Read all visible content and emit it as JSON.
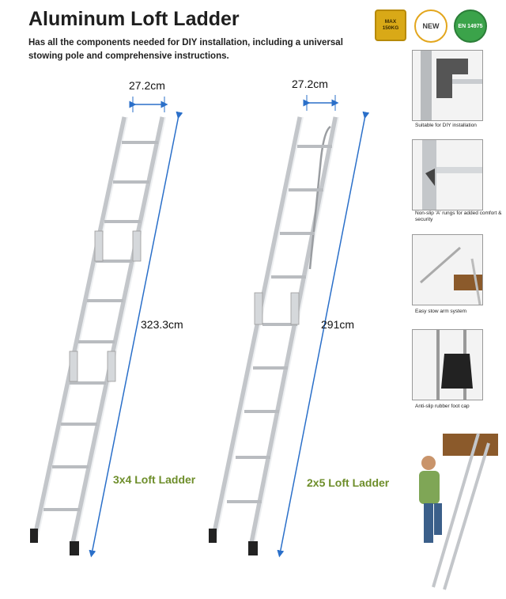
{
  "header": {
    "title": "Aluminum Loft Ladder",
    "subtitle": "Has all the components needed for DIY installation, including a universal stowing pole and comprehensive instructions."
  },
  "badges": {
    "max_load": "MAX 150KG",
    "new": "NEW",
    "standard": "EN 14975"
  },
  "ladders": [
    {
      "width": "27.2cm",
      "height": "323.3cm",
      "label": "3x4 Loft Ladder"
    },
    {
      "width": "27.2cm",
      "height": "291cm",
      "label": "2x5 Loft Ladder"
    }
  ],
  "features": [
    {
      "caption": "Suitable for DIY installation",
      "icon": "hinge-icon"
    },
    {
      "caption": "Non-slip 'A' rungs for added comfort & security",
      "icon": "rung-icon"
    },
    {
      "caption": "Easy stow arm system",
      "icon": "stow-arm-icon"
    },
    {
      "caption": "Anti-slip rubber foot cap",
      "icon": "foot-cap-icon"
    }
  ],
  "colors": {
    "label_green": "#6e8e2b",
    "dimension_blue": "#2a6fc9",
    "ladder_silver": "#c9ccd0"
  }
}
